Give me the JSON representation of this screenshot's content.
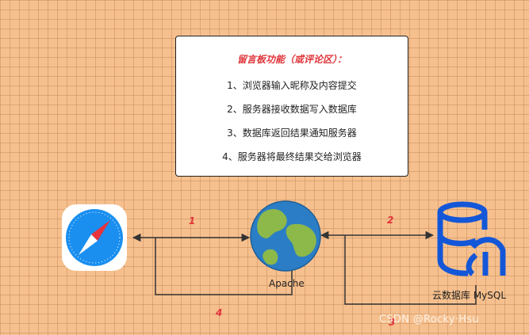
{
  "info_box": {
    "title": "留言板功能（或评论区）：",
    "steps": [
      "1、浏览器输入昵称及内容提交",
      "2、服务器接收数据写入数据库",
      "3、数据库返回结果通知服务器",
      "4、服务器将最终结果交给浏览器"
    ]
  },
  "nodes": {
    "browser": {
      "icon": "safari-compass-icon"
    },
    "server": {
      "icon": "globe-icon",
      "label": "Apache"
    },
    "database": {
      "icon": "database-icon",
      "label": "云数据库 MySQL"
    }
  },
  "edges": [
    {
      "number": "1"
    },
    {
      "number": "2"
    },
    {
      "number": "3"
    },
    {
      "number": "4"
    }
  ],
  "watermark": "CSDN @Rocky·Hsu",
  "colors": {
    "background": "#f6c08e",
    "accent_red": "#e0353a",
    "safari_blue": "#1a8ff0",
    "database_blue": "#1357d8",
    "globe_ocean": "#2b7ec5",
    "globe_land": "#8db84a"
  }
}
